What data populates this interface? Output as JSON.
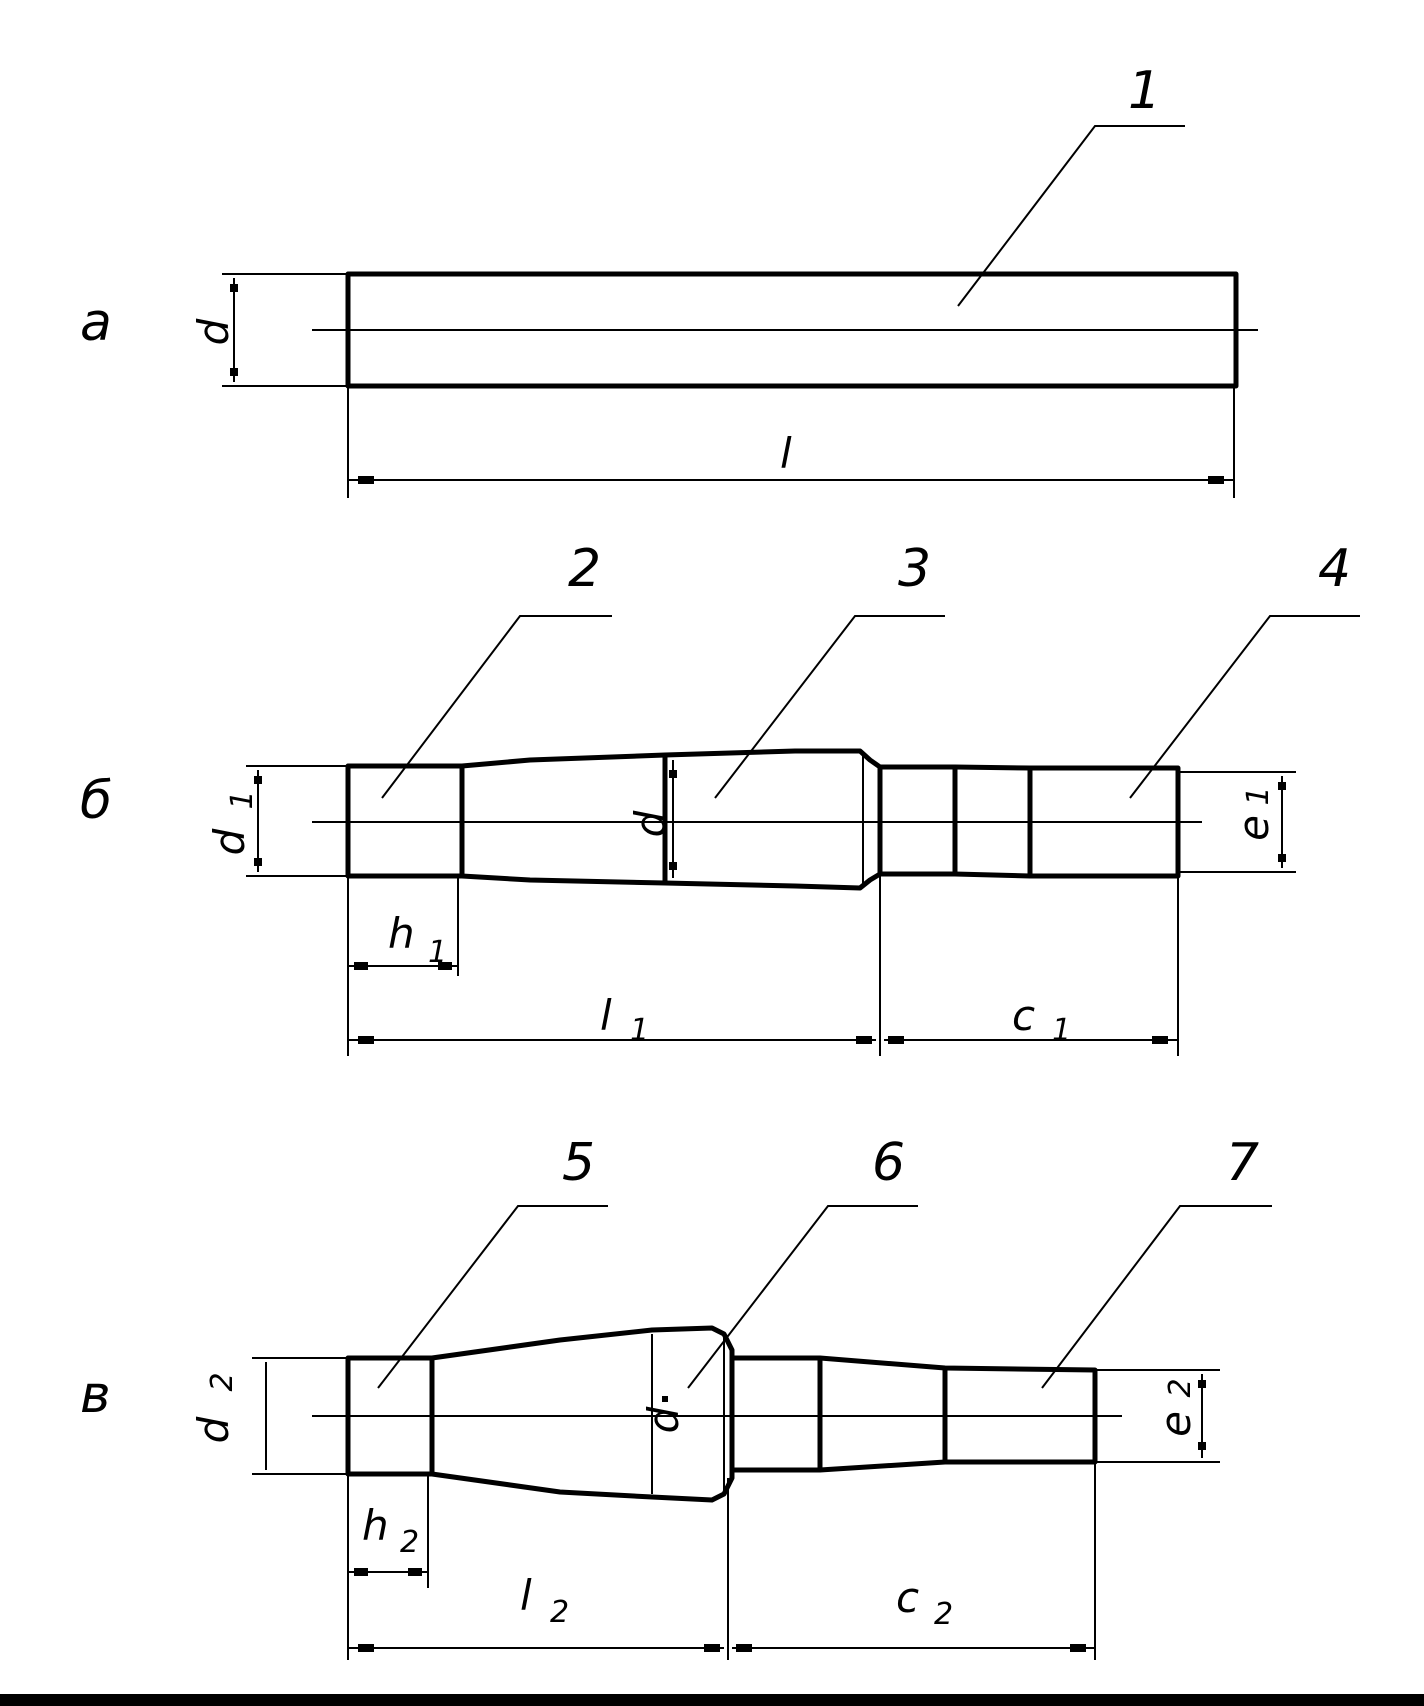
{
  "labels": {
    "a": "а",
    "b": "б",
    "v": "в"
  },
  "callouts": [
    "1",
    "2",
    "3",
    "4",
    "5",
    "6",
    "7"
  ],
  "dimensions": {
    "d": "d",
    "l": "l",
    "d1": "d",
    "d1_sub": "1",
    "d_mid": "d",
    "e1": "e",
    "e1_sub": "1",
    "h1": "h",
    "h1_sub": "1",
    "l1": "l",
    "l1_sub": "1",
    "c1": "c",
    "c1_sub": "1",
    "d2": "d",
    "d2_sub": "2",
    "d_mid2": "d",
    "e2": "e",
    "e2_sub": "2",
    "h2": "h",
    "h2_sub": "2",
    "l2": "l",
    "l2_sub": "2",
    "c2": "c",
    "c2_sub": "2"
  }
}
